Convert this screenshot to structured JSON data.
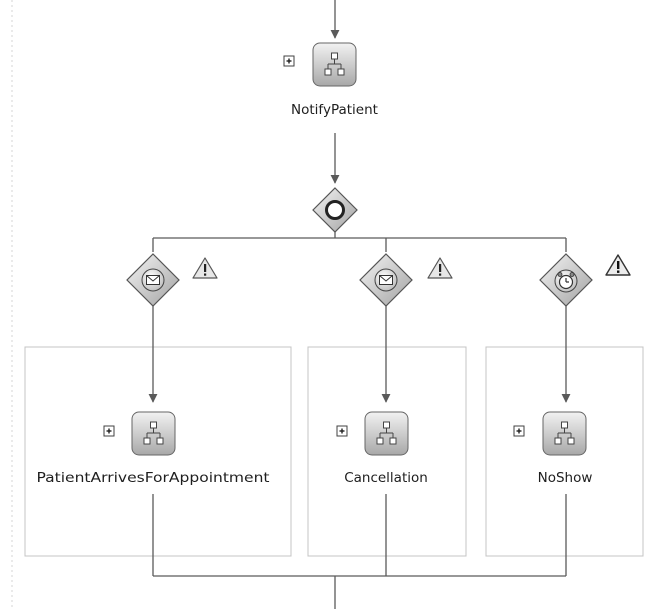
{
  "subprocesses": {
    "notify": {
      "label": "NotifyPatient",
      "icon": "subprocess-icon"
    },
    "arrives": {
      "label": "PatientArrivesForAppointment",
      "icon": "subprocess-icon"
    },
    "cancellation": {
      "label": "Cancellation",
      "icon": "subprocess-icon"
    },
    "noshow": {
      "label": "NoShow",
      "icon": "subprocess-icon"
    }
  },
  "gateway": {
    "icon": "event-based-gateway-icon"
  },
  "events": [
    {
      "icon": "message-event-icon",
      "warning_icon": "warning-triangle-icon"
    },
    {
      "icon": "message-event-icon",
      "warning_icon": "warning-triangle-icon"
    },
    {
      "icon": "timer-event-icon",
      "warning_icon": "warning-triangle-icon"
    }
  ],
  "expand_icon": "expand-plus-icon",
  "colors": {
    "node_fill_light": "#f2f2f2",
    "node_fill_dark": "#a8a8a8",
    "edge": "#5a5a5a",
    "frame": "#c4c4c4"
  }
}
